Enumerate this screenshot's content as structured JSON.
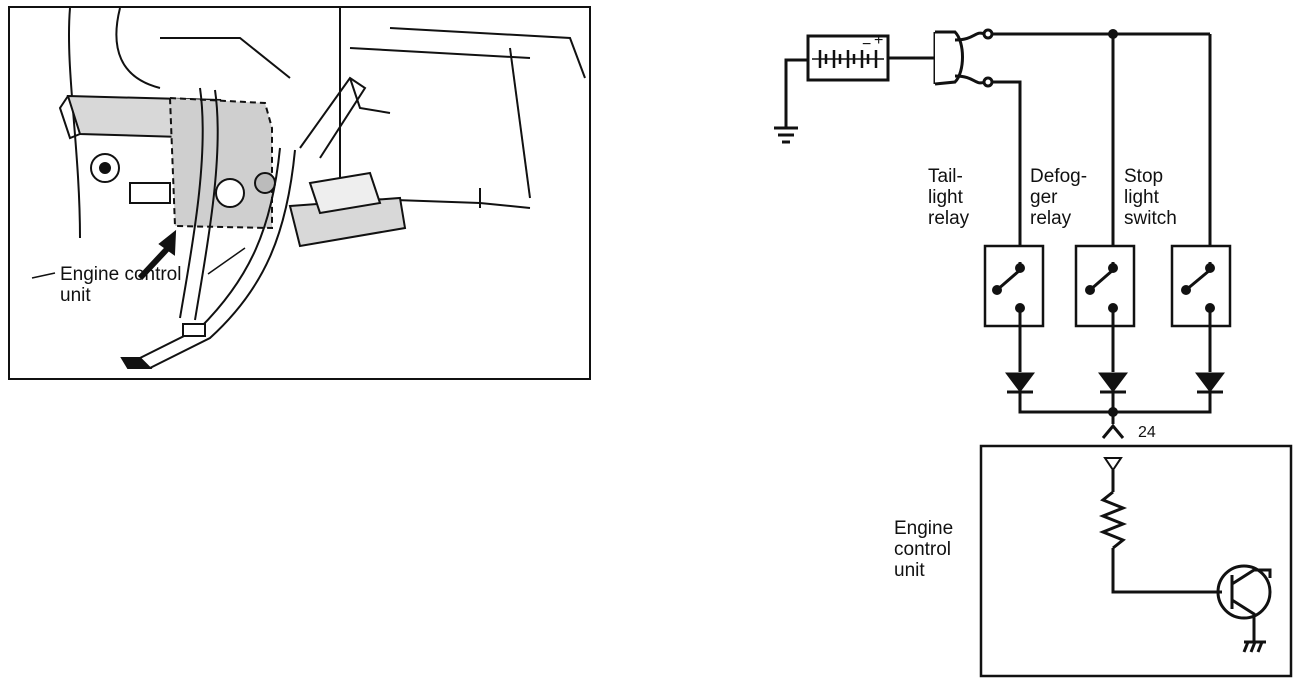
{
  "photo_panel": {
    "ecu_label_line1": "Engine control",
    "ecu_label_line2": "unit"
  },
  "schematic": {
    "battery_minus": "−",
    "battery_plus": "+",
    "taillight_relay": [
      "Tail-",
      "light",
      "relay"
    ],
    "defogger_relay": [
      "Defog-",
      "ger",
      "relay"
    ],
    "stop_light_switch": [
      "Stop",
      "light",
      "switch"
    ],
    "terminal_number": "24",
    "ecu_label": [
      "Engine",
      "control",
      "unit"
    ]
  }
}
